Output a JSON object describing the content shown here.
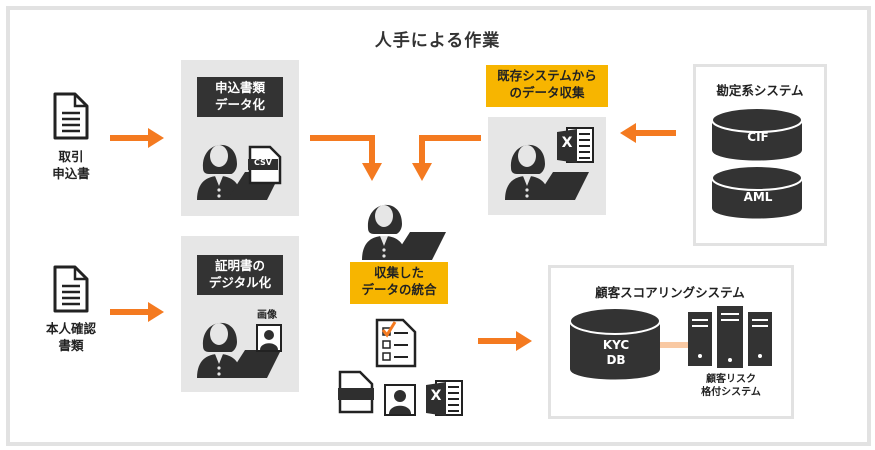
{
  "title": "人手による作業",
  "left_docs": [
    {
      "label_lines": [
        "取引",
        "申込書"
      ]
    },
    {
      "label_lines": [
        "本人確認",
        "書類"
      ]
    }
  ],
  "panels": {
    "digitize_application": {
      "label_lines": [
        "申込書類",
        "データ化"
      ],
      "badge": "CSV"
    },
    "digitize_certificate": {
      "label_lines": [
        "証明書の",
        "デジタル化"
      ],
      "image_label": "画像"
    },
    "existing_system": {
      "label_lines": [
        "既存システムから",
        "のデータ収集"
      ],
      "excel_letter": "X"
    }
  },
  "core_system": {
    "title": "勘定系システム",
    "databases": [
      "CIF",
      "AML"
    ]
  },
  "integration": {
    "label_lines": [
      "収集した",
      "データの統合"
    ],
    "excel_letter": "X"
  },
  "scoring_system": {
    "title": "顧客スコアリングシステム",
    "db_lines": [
      "KYC",
      "DB"
    ],
    "server_label_lines": [
      "顧客リスク",
      "格付システム"
    ]
  },
  "colors": {
    "accent_orange": "#f47a20",
    "accent_yellow": "#f7b500",
    "dark": "#333333",
    "panel_gray": "#e6e6e6",
    "peach_link": "#f9c9a3"
  }
}
